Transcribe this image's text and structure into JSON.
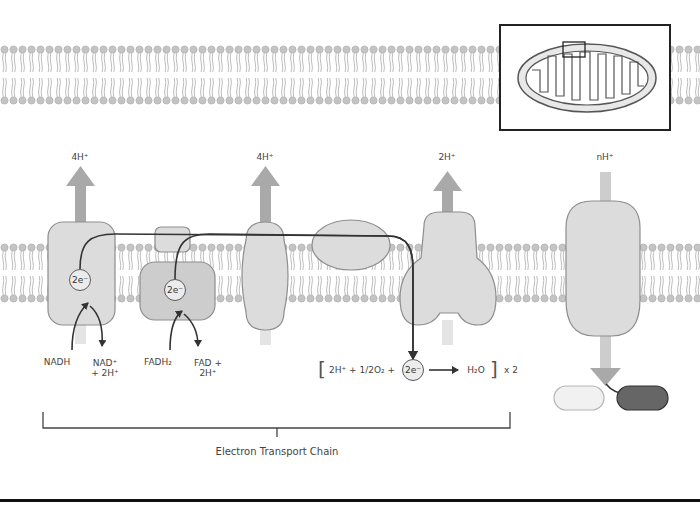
{
  "diagram": {
    "nodes": [
      {
        "text": [
          "2e⁻"
        ]
      },
      {
        "text": [
          "2e⁻"
        ]
      },
      {
        "text": [
          "2e⁻"
        ]
      }
    ],
    "edges": [
      {
        "from": 0,
        "to": 2,
        "arrow": "to"
      },
      {
        "from": 1,
        "to": 2,
        "arrow": "to"
      }
    ],
    "labels": [
      "4H⁺",
      "4H⁺",
      "2H⁺",
      "nH⁺",
      "NADH",
      "NAD⁺ + 2H⁺",
      "FADH₂",
      "FAD + 2H⁺",
      "[",
      "2H⁺ + 1/2O₂ +",
      "H₂O",
      "]",
      "x 2",
      "Electron Transport Chain"
    ]
  }
}
